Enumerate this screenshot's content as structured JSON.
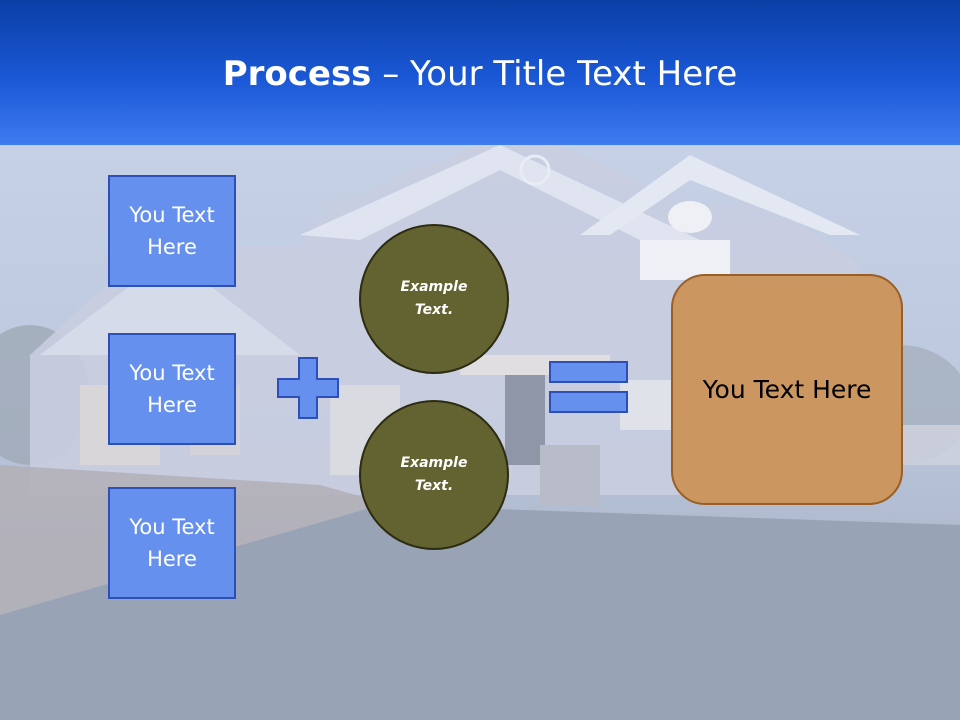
{
  "header": {
    "title_bold": "Process",
    "title_rest": " – Your Title Text Here"
  },
  "left_boxes": [
    {
      "label": "You Text Here"
    },
    {
      "label": "You Text Here"
    },
    {
      "label": "You Text Here"
    }
  ],
  "circles": [
    {
      "label": "Example Text."
    },
    {
      "label": "Example Text."
    }
  ],
  "result": {
    "label": "You Text Here"
  },
  "colors": {
    "header": "#1a58d6",
    "box_fill": "#6690ee",
    "box_border": "#2c4fb8",
    "circle_fill": "#636231",
    "result_fill": "#cc9660",
    "result_border": "#9a5e26"
  },
  "icons": {
    "plus": "plus-icon",
    "equals": "equals-icon"
  }
}
